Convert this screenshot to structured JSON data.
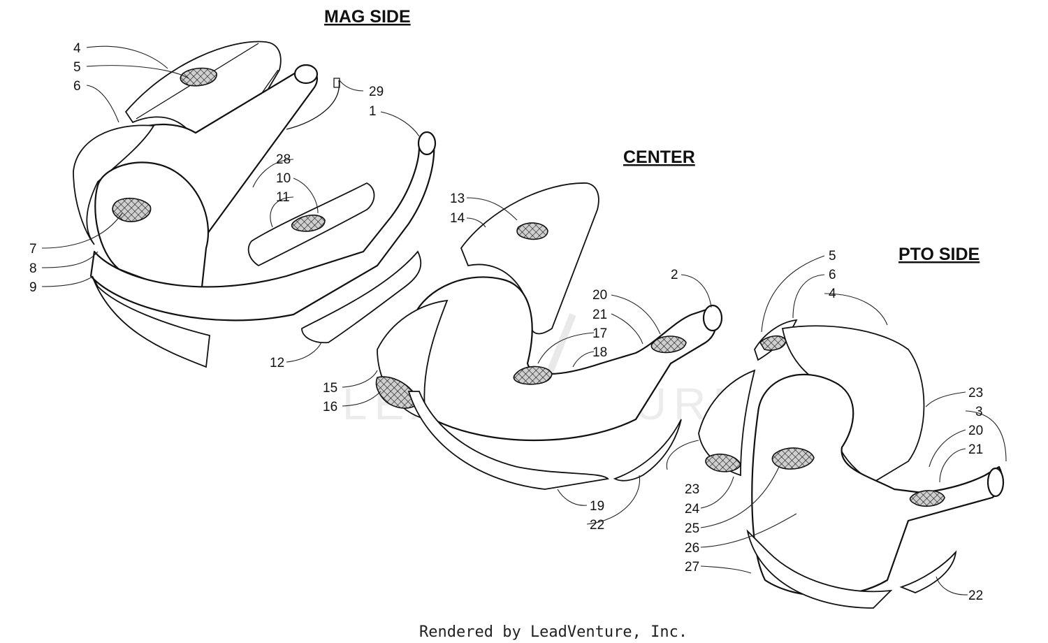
{
  "sections": {
    "mag": "MAG SIDE",
    "center": "CENTER",
    "pto": "PTO SIDE"
  },
  "callouts": [
    {
      "id": "mag-4",
      "text": "4"
    },
    {
      "id": "mag-5",
      "text": "5"
    },
    {
      "id": "mag-6",
      "text": "6"
    },
    {
      "id": "mag-7",
      "text": "7"
    },
    {
      "id": "mag-8",
      "text": "8"
    },
    {
      "id": "mag-9",
      "text": "9"
    },
    {
      "id": "mag-29",
      "text": "29"
    },
    {
      "id": "mag-1",
      "text": "1"
    },
    {
      "id": "mag-28",
      "text": "28"
    },
    {
      "id": "mag-10",
      "text": "10"
    },
    {
      "id": "mag-11",
      "text": "11"
    },
    {
      "id": "mag-12",
      "text": "12"
    },
    {
      "id": "ctr-13",
      "text": "13"
    },
    {
      "id": "ctr-14",
      "text": "14"
    },
    {
      "id": "ctr-2",
      "text": "2"
    },
    {
      "id": "ctr-20",
      "text": "20"
    },
    {
      "id": "ctr-21",
      "text": "21"
    },
    {
      "id": "ctr-17",
      "text": "17"
    },
    {
      "id": "ctr-18",
      "text": "18"
    },
    {
      "id": "ctr-15",
      "text": "15"
    },
    {
      "id": "ctr-16",
      "text": "16"
    },
    {
      "id": "ctr-19",
      "text": "19"
    },
    {
      "id": "ctr-22",
      "text": "22"
    },
    {
      "id": "pto-5",
      "text": "5"
    },
    {
      "id": "pto-6",
      "text": "6"
    },
    {
      "id": "pto-4",
      "text": "4"
    },
    {
      "id": "pto-23a",
      "text": "23"
    },
    {
      "id": "pto-3",
      "text": "3"
    },
    {
      "id": "pto-20",
      "text": "20"
    },
    {
      "id": "pto-21",
      "text": "21"
    },
    {
      "id": "pto-23b",
      "text": "23"
    },
    {
      "id": "pto-24",
      "text": "24"
    },
    {
      "id": "pto-25",
      "text": "25"
    },
    {
      "id": "pto-26",
      "text": "26"
    },
    {
      "id": "pto-27",
      "text": "27"
    },
    {
      "id": "pto-22",
      "text": "22"
    }
  ],
  "watermark": "LEADVENTURE",
  "footer": "Rendered by LeadVenture, Inc.",
  "colors": {
    "ink": "#111111",
    "background": "#ffffff",
    "watermark": "#e9e9e9",
    "pad": "#9a9a9a"
  }
}
